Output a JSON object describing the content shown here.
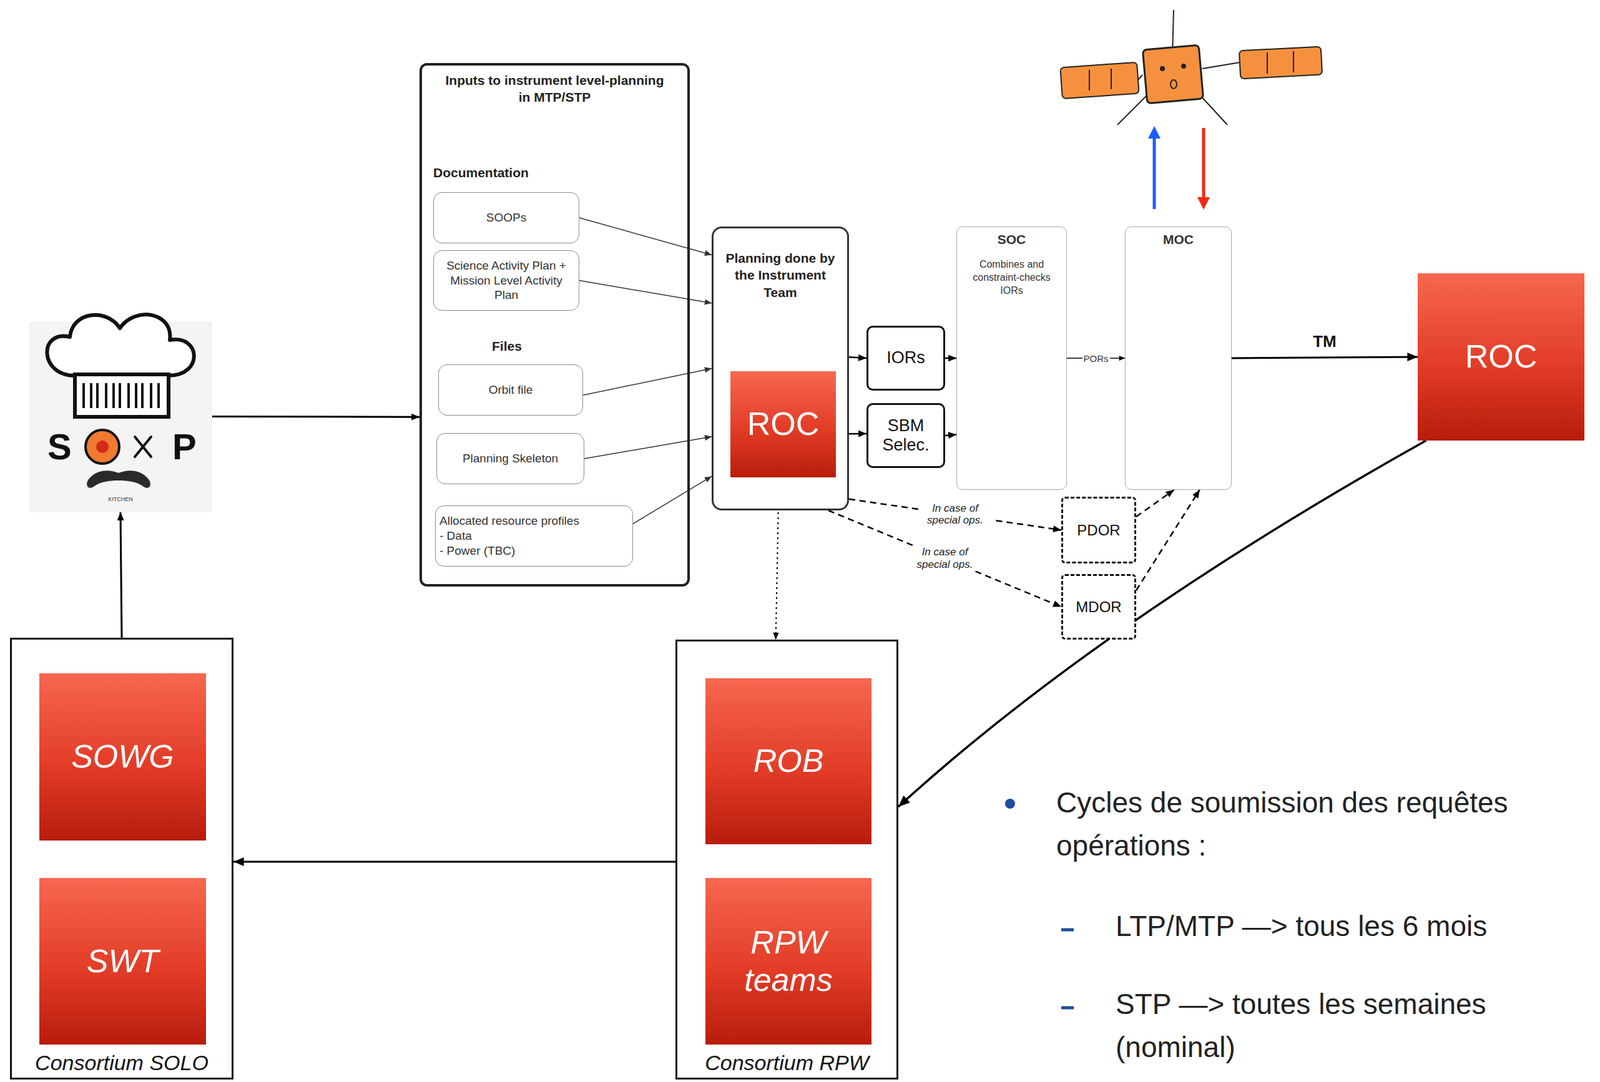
{
  "diagram": {
    "nodes": [
      {
        "text": [
          "S",
          "P",
          "KITCHEN"
        ]
      },
      {
        "text": [
          "Inputs to instrument level-planning in MTP/STP",
          "Documentation",
          "Files"
        ]
      },
      {
        "text": [
          "SOOPs"
        ],
        "in": 1
      },
      {
        "text": [
          "Science Activity Plan + Mission Level Activity Plan"
        ],
        "in": 1
      },
      {
        "text": [
          "Orbit file"
        ],
        "in": 1
      },
      {
        "text": [
          "Planning Skeleton"
        ],
        "in": 1
      },
      {
        "text": [
          "Allocated resource profiles",
          "- Data",
          "- Power (TBC)"
        ],
        "in": 1
      },
      {
        "text": [
          "Planning done by the Instrument Team"
        ]
      },
      {
        "text": [
          "ROC"
        ],
        "in": 7
      },
      {
        "text": [
          "IORs"
        ]
      },
      {
        "text": [
          "SBM Selec."
        ]
      },
      {
        "text": [
          "SOC",
          "Combines and constraint-checks IORs"
        ]
      },
      {
        "text": [
          "MOC"
        ]
      },
      {
        "text": [
          "PDOR"
        ]
      },
      {
        "text": [
          "MDOR"
        ]
      },
      {
        "text": [
          "ROC"
        ]
      },
      {
        "text": [
          "Consortium SOLO"
        ]
      },
      {
        "text": [
          "SOWG"
        ],
        "in": 16
      },
      {
        "text": [
          "SWT"
        ],
        "in": 16
      },
      {
        "text": [
          "Consortium RPW"
        ]
      },
      {
        "text": [
          "ROB"
        ],
        "in": 19
      },
      {
        "text": [
          "RPW teams"
        ],
        "in": 19
      }
    ],
    "edges": [
      {
        "from": 16,
        "to": 0,
        "arrow": "to"
      },
      {
        "from": 0,
        "to": 1,
        "arrow": "to"
      },
      {
        "from": 2,
        "to": 7,
        "arrow": "to"
      },
      {
        "from": 3,
        "to": 7,
        "arrow": "to"
      },
      {
        "from": 4,
        "to": 7,
        "arrow": "to"
      },
      {
        "from": 5,
        "to": 7,
        "arrow": "to"
      },
      {
        "from": 6,
        "to": 7,
        "arrow": "to"
      },
      {
        "from": 7,
        "to": 9,
        "arrow": "to"
      },
      {
        "from": 9,
        "to": 11,
        "arrow": "to"
      },
      {
        "from": 7,
        "to": 10,
        "arrow": "to"
      },
      {
        "from": 10,
        "to": 11,
        "arrow": "to"
      },
      {
        "from": 11,
        "to": 12,
        "label": "PORs",
        "arrow": "to"
      },
      {
        "from": 7,
        "to": 13,
        "label": "In case of special ops.",
        "arrow": "to"
      },
      {
        "from": 7,
        "to": 14,
        "label": "In case of special ops.",
        "arrow": "to"
      },
      {
        "from": 13,
        "to": 12,
        "arrow": "to"
      },
      {
        "from": 14,
        "to": 12,
        "arrow": "to"
      },
      {
        "from": 12,
        "to": 15,
        "label": "TM",
        "arrow": "to"
      },
      {
        "from": 15,
        "to": 19,
        "arrow": "to"
      },
      {
        "from": 19,
        "to": 16,
        "arrow": "to"
      },
      {
        "from": 8,
        "to": 19,
        "arrow": "both"
      }
    ],
    "labels": [
      "Cycles de soumission des requêtes opérations :",
      "LTP/MTP —> tous les 6 mois",
      "STP —> toutes les semaines (nominal)"
    ]
  }
}
